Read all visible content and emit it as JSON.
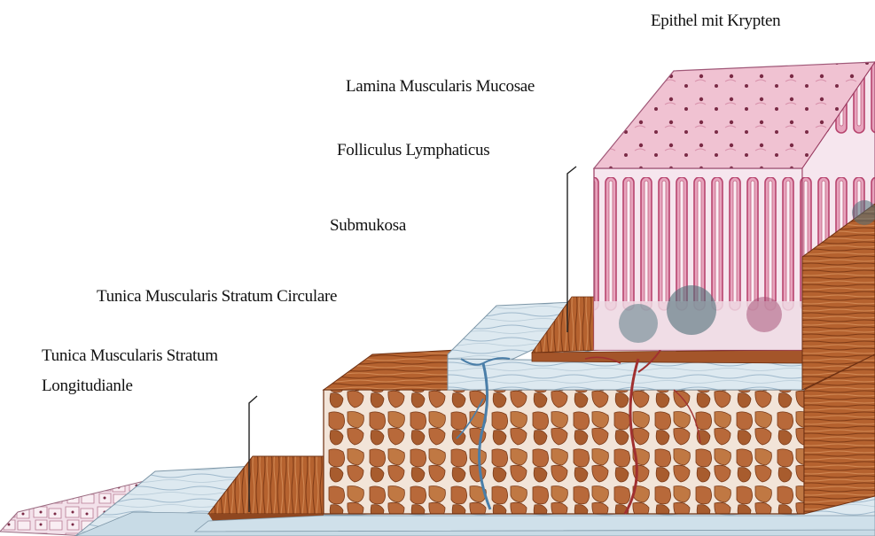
{
  "labels": {
    "epithel": "Epithel mit Krypten",
    "lamina": "Lamina Muscularis Mucosae",
    "follicle": "Folliculus Lymphaticus",
    "submukosa": "Submukosa",
    "circular": "Tunica Muscularis Stratum Circulare",
    "longitudinal_line1": "Tunica Muscularis Stratum",
    "longitudinal_line2": "Longitudianle"
  },
  "colors": {
    "mucosa_pink": "#f0c2d2",
    "crypt_red": "#c05078",
    "submucosa_blue": "#dde9f0",
    "muscle_brown": "#b8693a",
    "vessel_red": "#a03030",
    "vessel_blue": "#4a7ea8"
  }
}
